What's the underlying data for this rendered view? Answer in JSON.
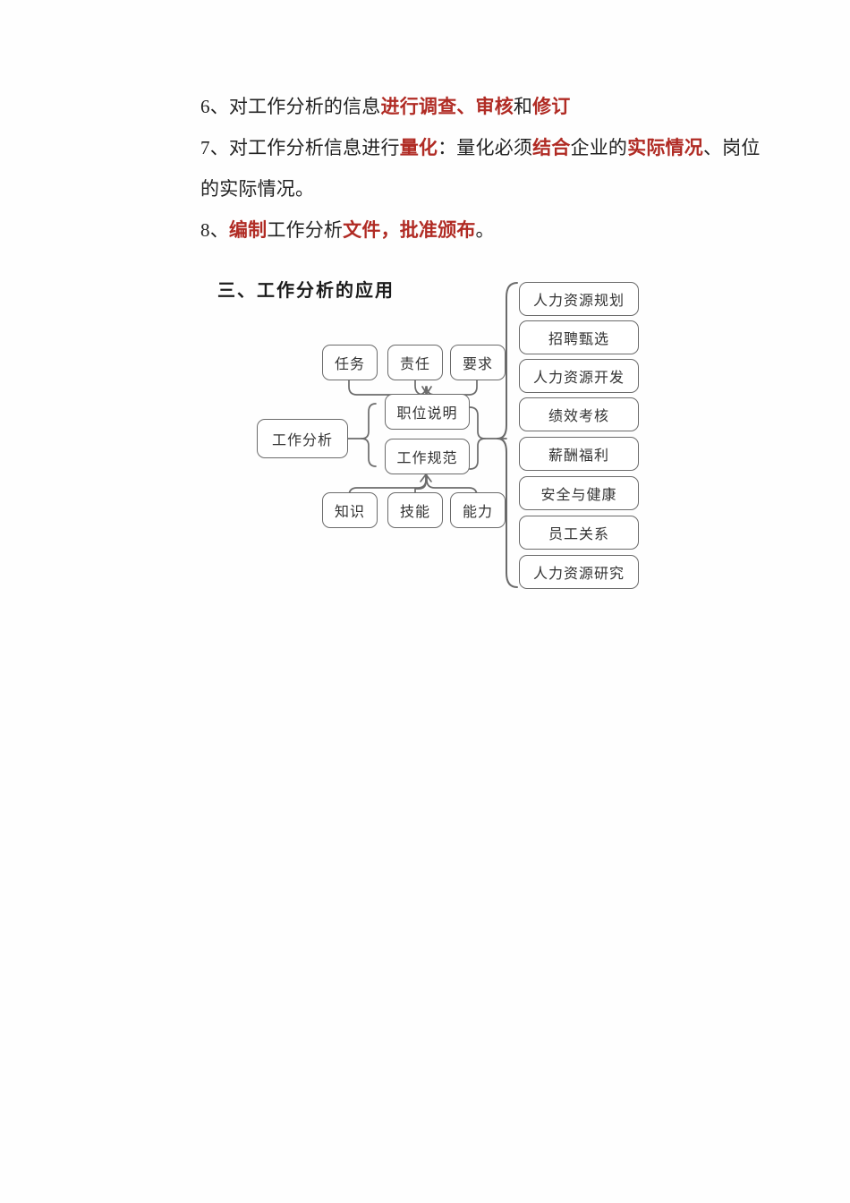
{
  "document": {
    "paragraphs": [
      {
        "id": "item-6",
        "runs": [
          {
            "t": "6、对工作分析的信息",
            "c": "black"
          },
          {
            "t": "进行调查、审核",
            "c": "red"
          },
          {
            "t": "和",
            "c": "black"
          },
          {
            "t": "修订",
            "c": "red"
          }
        ]
      },
      {
        "id": "item-7-line-1",
        "runs": [
          {
            "t": "7、对工作分析信息进行",
            "c": "black"
          },
          {
            "t": "量化",
            "c": "red"
          },
          {
            "t": "：量化必须",
            "c": "black"
          },
          {
            "t": "结合",
            "c": "red"
          },
          {
            "t": "企业的",
            "c": "black"
          },
          {
            "t": "实际情况",
            "c": "red"
          },
          {
            "t": "、岗位",
            "c": "black"
          }
        ]
      },
      {
        "id": "item-7-line-2",
        "runs": [
          {
            "t": "的实际情况。",
            "c": "black"
          }
        ]
      },
      {
        "id": "item-8",
        "runs": [
          {
            "t": "8、",
            "c": "black"
          },
          {
            "t": "编制",
            "c": "red"
          },
          {
            "t": "工作分析",
            "c": "black"
          },
          {
            "t": "文件，批准颁布",
            "c": "red"
          },
          {
            "t": "。",
            "c": "black"
          }
        ]
      }
    ],
    "section_heading": "三、工作分析的应用"
  },
  "diagram": {
    "root": "工作分析",
    "middle": [
      "职位说明",
      "工作规范"
    ],
    "top_attributes": [
      "任务",
      "责任",
      "要求"
    ],
    "bottom_attributes": [
      "知识",
      "技能",
      "能力"
    ],
    "applications": [
      "人力资源规划",
      "招聘甄选",
      "人力资源开发",
      "绩效考核",
      "薪酬福利",
      "安全与健康",
      "员工关系",
      "人力资源研究"
    ]
  },
  "colors": {
    "red_accent": "#b02b24",
    "text": "#222222",
    "node_border": "#6b6b6b",
    "connector": "#6b6b6b"
  }
}
